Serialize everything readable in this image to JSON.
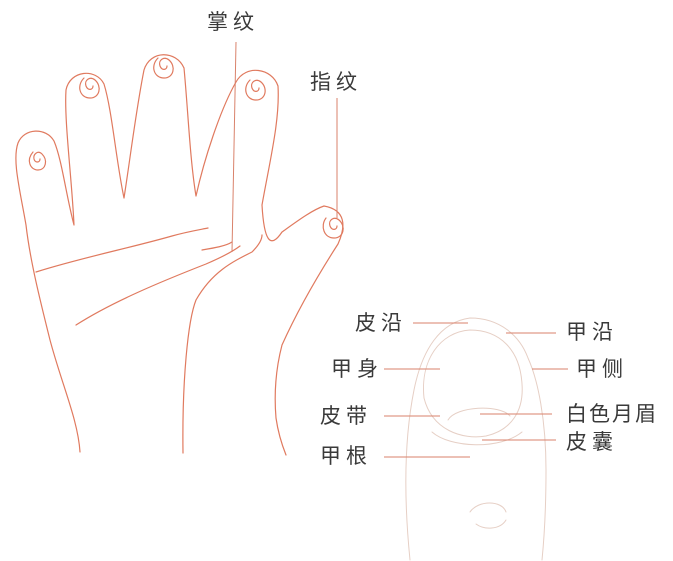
{
  "labels": {
    "palm_print": "掌纹",
    "fingerprint": "指纹",
    "nail_fold_edge": "皮沿",
    "nail_body": "甲身",
    "cuticle": "皮带",
    "nail_root": "甲根",
    "nail_edge": "甲沿",
    "nail_side": "甲侧",
    "lunula": "白色月眉",
    "nail_fold_sac": "皮囊"
  },
  "colors": {
    "line": "#e07a5f",
    "leader": "#d9826b",
    "nail_outline": "#e6cfc5",
    "text": "#3a3a3a"
  }
}
